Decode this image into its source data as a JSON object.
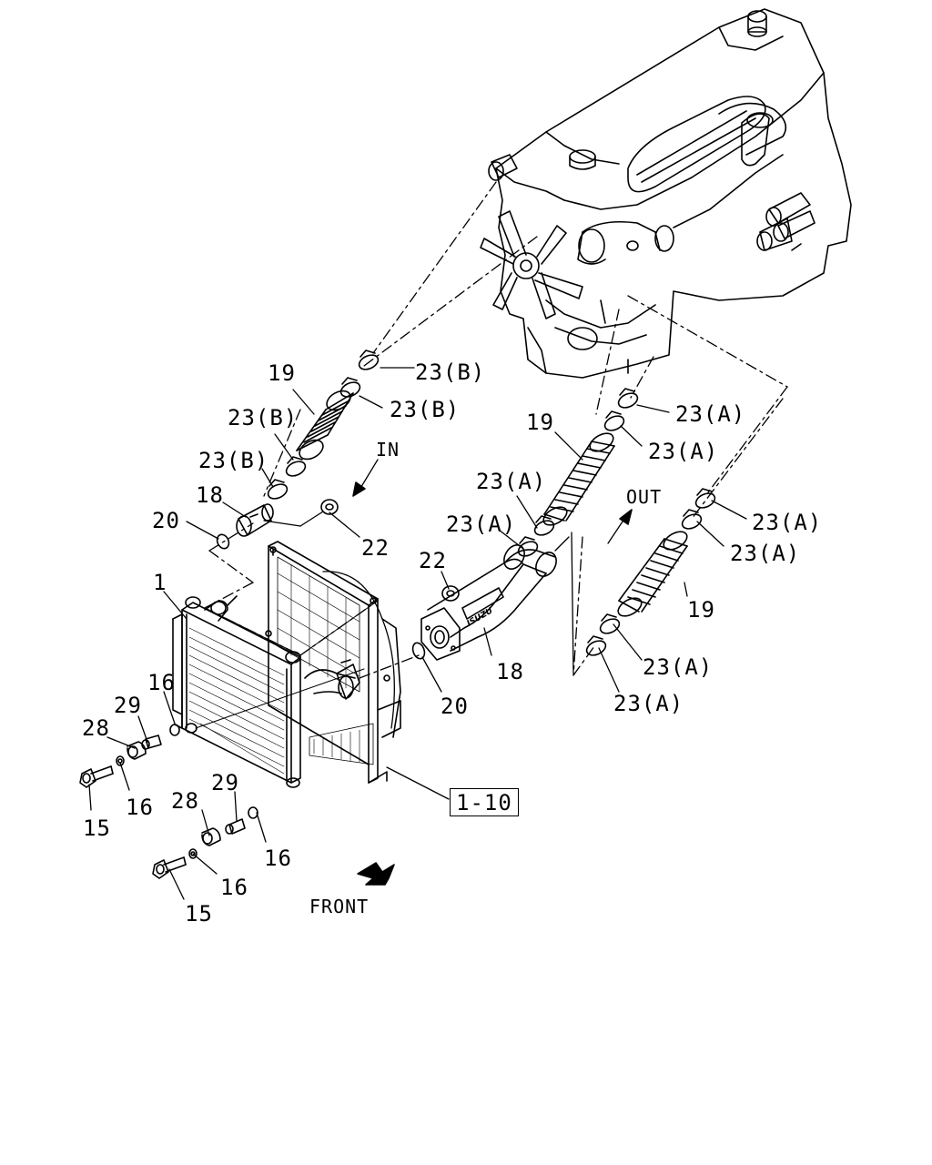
{
  "labels": {
    "p1": "1",
    "p15a": "15",
    "p15b": "15",
    "p16a": "16",
    "p16b": "16",
    "p16c": "16",
    "p16d": "16",
    "p18a": "18",
    "p18b": "18",
    "p19a": "19",
    "p19b": "19",
    "p19c": "19",
    "p20a": "20",
    "p20b": "20",
    "p22a": "22",
    "p22b": "22",
    "p23b1": "23(B)",
    "p23b2": "23(B)",
    "p23b3": "23(B)",
    "p23b4": "23(B)",
    "p23a1": "23(A)",
    "p23a2": "23(A)",
    "p23a3": "23(A)",
    "p23a4": "23(A)",
    "p23a5": "23(A)",
    "p23a6": "23(A)",
    "p23a7": "23(A)",
    "p23a8": "23(A)",
    "p28a": "28",
    "p28b": "28",
    "p29a": "29",
    "p29b": "29",
    "ref": "1-10",
    "in": "IN",
    "out": "OUT",
    "front": "FRONT",
    "brand": "ISUZU"
  }
}
